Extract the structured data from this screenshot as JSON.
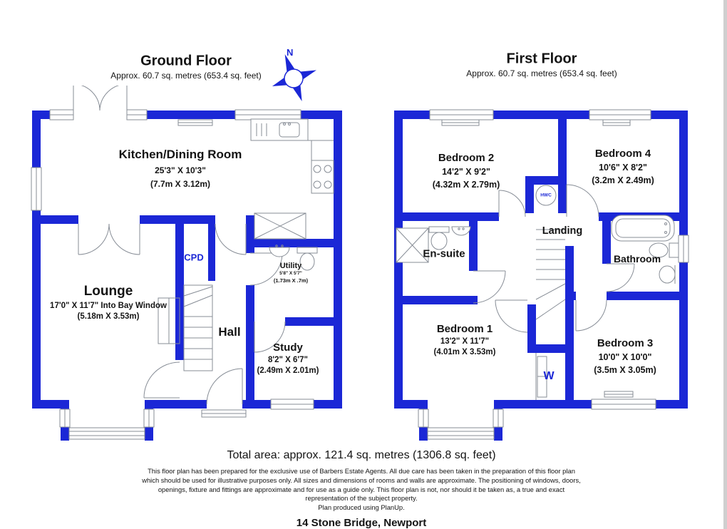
{
  "page": {
    "total_area": "Total area: approx. 121.4 sq. metres (1306.8 sq. feet)",
    "disclaimer": [
      "This floor plan has been prepared for the exclusive use of Barbers Estate Agents. All due care has been taken in the preparation of this floor plan",
      "which should be used for illustrative purposes only. All sizes and dimensions of rooms and walls are approximate. The positioning of windows, doors,",
      "openings, fixture and fittings are approximate and for use as a guide only. This floor plan is not, nor should it be taken as, a true and exact",
      "representation of the subject property."
    ],
    "produced_by": "Plan produced using PlanUp.",
    "address": "14 Stone Bridge, Newport"
  },
  "compass": {
    "north_label": "N"
  },
  "ground_floor": {
    "title": "Ground Floor",
    "subtitle": "Approx. 60.7 sq. metres (653.4 sq. feet)",
    "rooms": {
      "kitchen": {
        "name": "Kitchen/Dining Room",
        "imperial": "25'3\" X 10'3\"",
        "metric": "(7.7m X 3.12m)"
      },
      "lounge": {
        "name": "Lounge",
        "imperial": "17'0\" X 11'7\" Into Bay Window",
        "metric": "(5.18m X 3.53m)"
      },
      "hall": {
        "name": "Hall"
      },
      "cpd": {
        "name": "CPD"
      },
      "utility": {
        "name": "Utility",
        "imperial": "5'8\" X 5'7\"",
        "metric": "(1.73m X .7m)"
      },
      "study": {
        "name": "Study",
        "imperial": "8'2\" X 6'7\"",
        "metric": "(2.49m X 2.01m)"
      }
    }
  },
  "first_floor": {
    "title": "First Floor",
    "subtitle": "Approx. 60.7 sq. metres (653.4 sq. feet)",
    "rooms": {
      "bedroom2": {
        "name": "Bedroom 2",
        "imperial": "14'2\" X 9'2\"",
        "metric": "(4.32m X 2.79m)"
      },
      "bedroom4": {
        "name": "Bedroom 4",
        "imperial": "10'6\" X 8'2\"",
        "metric": "(3.2m X 2.49m)"
      },
      "ensuite": {
        "name": "En-suite"
      },
      "landing": {
        "name": "Landing"
      },
      "bathroom": {
        "name": "Bathroom"
      },
      "hwc": {
        "name": "HWC"
      },
      "wardrobe": {
        "name": "W"
      },
      "bedroom1": {
        "name": "Bedroom 1",
        "imperial": "13'2\" X 11'7\"",
        "metric": "(4.01m X 3.53m)"
      },
      "bedroom3": {
        "name": "Bedroom 3",
        "imperial": "10'0\" X 10'0\"",
        "metric": "(3.5m X 3.05m)"
      }
    }
  },
  "colors": {
    "wall_blue": "#1b27d6",
    "fixture_gray": "#878d96",
    "text_black": "#141414"
  }
}
